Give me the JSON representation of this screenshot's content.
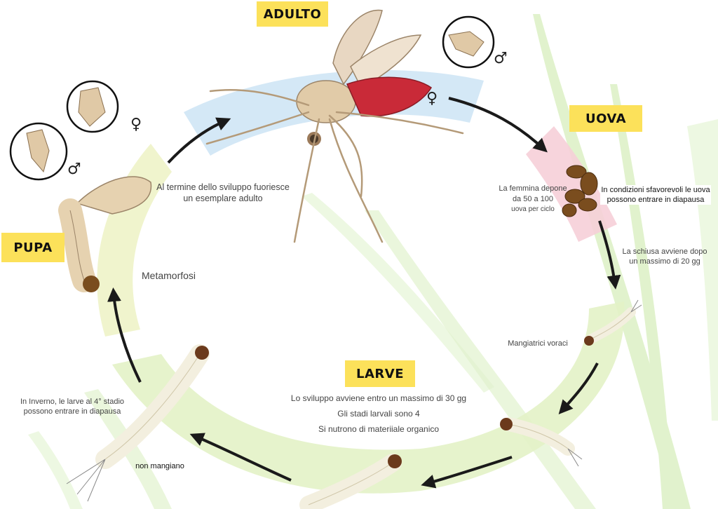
{
  "stages": {
    "adulto": "ADULTO",
    "uova": "UOVA",
    "larve": "LARVE",
    "pupa": "PUPA"
  },
  "annotations": {
    "adult_emerges": "Al termine dello sviluppo fuoriesce un esemplare adulto",
    "metamorphosis": "Metamorfosi",
    "eggs_count_1": "La femmina depone",
    "eggs_count_2": "da 50 a 100",
    "eggs_count_3": "uova per ciclo",
    "eggs_diapause": "In condizioni sfavorevoli le uova possono entrare in diapausa",
    "hatching": "La schiusa avviene dopo un massimo di 20 gg",
    "voracious": "Mangiatrici voraci",
    "larvae_dev_1": "Lo sviluppo avviene entro un massimo di 30 gg",
    "larvae_dev_2": "Gli stadi larvali sono 4",
    "larvae_dev_3": "Si nutrono di materiiale organico",
    "winter_diapause": "In Inverno, le larve al 4° stadio possono entrare in diapausa",
    "not_eating": "non mangiano"
  },
  "symbols": {
    "female": "♀",
    "male": "♂"
  },
  "colors": {
    "label_bg": "#fce15a",
    "adult_band": "#cfe6f5",
    "egg_band": "#f6cfd8",
    "larva_band": "#e3f2c6",
    "pupa_band": "#eef3c8",
    "grass": "#dcf0c4",
    "arrow": "#1a1a1a"
  }
}
